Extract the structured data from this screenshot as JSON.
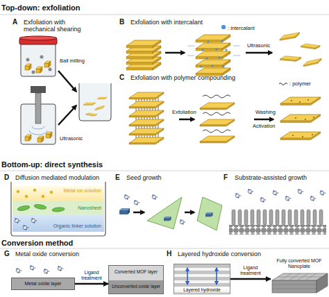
{
  "diagram": {
    "nodes": [
      {
        "text": [
          "A",
          "Exfoliation with mechanical shearing"
        ]
      },
      {
        "text": [
          "B",
          "Exfoliation with intercalant"
        ]
      },
      {
        "text": [
          "C",
          "Exfoliation with polymer compounding"
        ]
      },
      {
        "text": [
          "D",
          "Diffusion mediated modulation"
        ]
      },
      {
        "text": [
          "Metal ion solution"
        ],
        "in": 3
      },
      {
        "text": [
          "Nanosheet"
        ],
        "in": 3
      },
      {
        "text": [
          "Organic linker solution"
        ],
        "in": 3
      },
      {
        "text": [
          "E",
          "Seed growth"
        ]
      },
      {
        "text": [
          "F",
          "Substrate-assisted growth"
        ]
      },
      {
        "text": [
          "G",
          "Metal oxide conversion"
        ]
      },
      {
        "text": [
          "Metal oxide layer"
        ],
        "in": 9
      },
      {
        "text": [
          "Converted MOF layer",
          "Unconverted oxide layer"
        ],
        "in": 9
      },
      {
        "text": [
          "H",
          "Layered hydroxide conversion"
        ]
      },
      {
        "text": [
          "Layered hydroxide"
        ],
        "in": 12
      },
      {
        "text": [
          "Fully converted MOF Nanoplate"
        ],
        "in": 12
      }
    ],
    "edges": [
      {
        "from": 10,
        "to": 11,
        "label": "Ligand treatment",
        "arrow": "to"
      },
      {
        "from": 13,
        "to": 14,
        "label": "Ligand treatment",
        "arrow": "to"
      }
    ],
    "labels": [
      "Top-down: exfoliation",
      "Ball milling",
      "Ultrasonic",
      "Ultrasonic",
      "Exfoliation",
      "Washing",
      "Activation",
      "Bottom-up: direct synthesis",
      "Conversion method"
    ],
    "legend": [
      {
        "text": ": intercalant",
        "color": "#4a90d9"
      },
      {
        "text": ": polymer"
      }
    ]
  }
}
